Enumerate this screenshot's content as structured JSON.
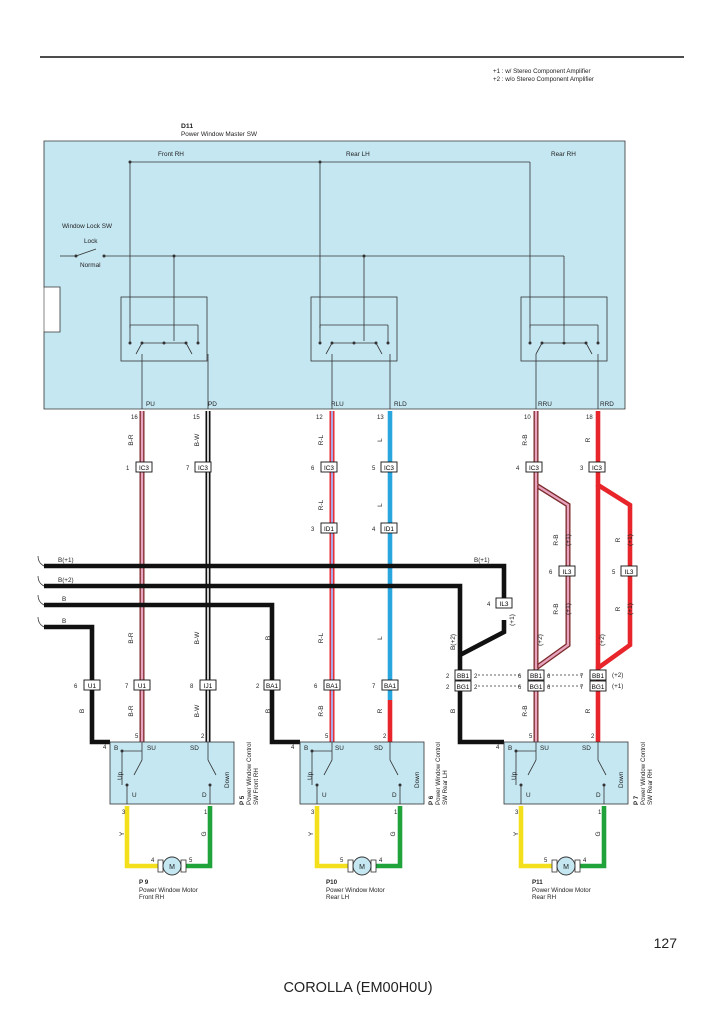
{
  "notes": [
    "+1 : w/ Stereo Component Amplifier",
    "+2 : w/o Stereo Component Amplifier"
  ],
  "master_switch": {
    "code": "D11",
    "name": "Power Window Master SW",
    "sections": [
      "Front RH",
      "Rear LH",
      "Rear RH"
    ],
    "window_lock": {
      "title": "Window Lock SW",
      "lock": "Lock",
      "normal": "Normal"
    },
    "terminals": [
      "PU",
      "PD",
      "RLU",
      "RLD",
      "RRU",
      "RRD"
    ],
    "pins": [
      "16",
      "15",
      "12",
      "13",
      "10",
      "18"
    ]
  },
  "wire_colors": {
    "br": "B-R",
    "bw": "B-W",
    "rl": "R-L",
    "l": "L",
    "rb": "R-B",
    "r": "R",
    "b": "B",
    "y": "Y",
    "g": "G",
    "b1": "B(+1)",
    "b2": "B(+2)"
  },
  "option_marks": {
    "p1": "(+1)",
    "p2": "(+2)"
  },
  "connectors": {
    "ic3": "IC3",
    "id1": "ID1",
    "il3": "IL3",
    "u1": "U1",
    "ij1": "IJ1",
    "ba1": "BA1",
    "bb1": "BB1",
    "bg1": "BG1"
  },
  "pins": {
    "p1": "1",
    "p2": "2",
    "p3": "3",
    "p4": "4",
    "p5": "5",
    "p6": "6",
    "p7": "7",
    "p8": "8"
  },
  "switch_labels": {
    "up": "Up",
    "down": "Down",
    "su": "SU",
    "sd": "SD",
    "u": "U",
    "d": "D",
    "b": "B"
  },
  "control_switches": [
    {
      "code": "P 5",
      "line1": "Power Window Control",
      "line2": "SW Front RH"
    },
    {
      "code": "P 6",
      "line1": "Power Window Control",
      "line2": "SW Rear LH"
    },
    {
      "code": "P 7",
      "line1": "Power Window Control",
      "line2": "SW Rear RH"
    }
  ],
  "motors": [
    {
      "code": "P 9",
      "name": "Power Window Motor",
      "position": "Front RH",
      "symbol": "M"
    },
    {
      "code": "P10",
      "name": "Power Window Motor",
      "position": "Rear LH",
      "symbol": "M"
    },
    {
      "code": "P11",
      "name": "Power Window Motor",
      "position": "Rear RH",
      "symbol": "M"
    }
  ],
  "page_number": "127",
  "footer": "COROLLA (EM00H0U)",
  "colors": {
    "panel": "#c5e7f2",
    "pink": "#e8a3bf",
    "blue": "#2aa6df",
    "red": "#e8252a",
    "yellow": "#f3df1b",
    "green": "#21a33b",
    "black": "#111111",
    "maroon": "#7a2a2a"
  }
}
